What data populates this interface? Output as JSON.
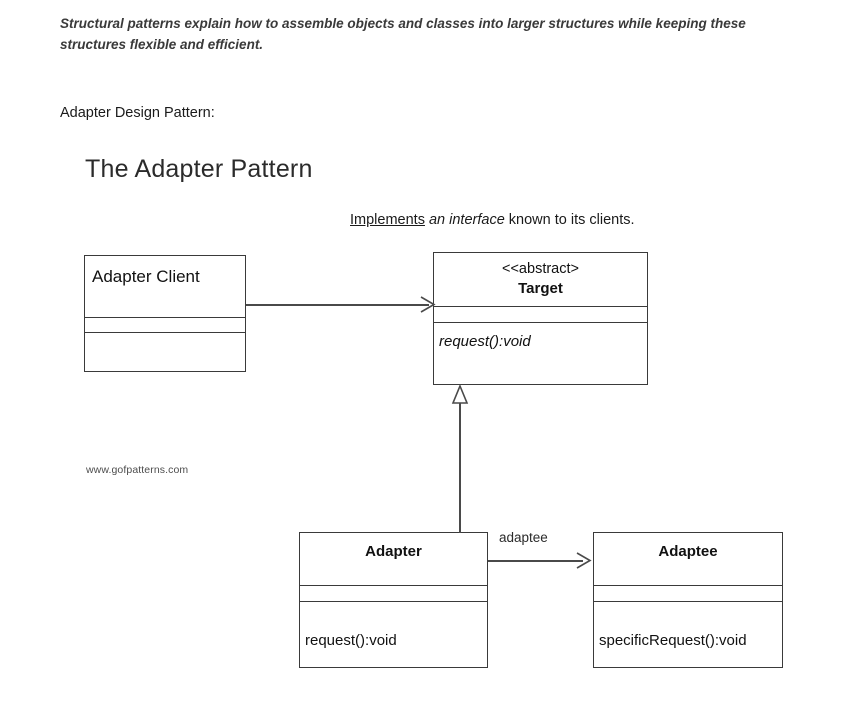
{
  "intro": {
    "text": "Structural patterns explain how to assemble objects and classes into larger structures while keeping these structures flexible and efficient."
  },
  "section_label": "Adapter Design Pattern:",
  "pattern_title": "The Adapter Pattern",
  "implements_note": {
    "underlined": "Implements",
    "italic": " an interface",
    "plain": " known to its clients."
  },
  "watermark": "www.gofpatterns.com",
  "diagram": {
    "type": "uml-class-diagram",
    "classes": [
      {
        "id": "adapter-client",
        "name": "Adapter Client",
        "stereotype": "",
        "name_align": "left",
        "name_bold": false,
        "attributes": [],
        "operations": []
      },
      {
        "id": "target",
        "name": "Target",
        "stereotype": "<<abstract>",
        "name_align": "center",
        "name_bold": true,
        "attributes": [],
        "operations": [
          "request():void"
        ],
        "operations_italic": true
      },
      {
        "id": "adapter",
        "name": "Adapter",
        "stereotype": "",
        "name_align": "center",
        "name_bold": true,
        "attributes": [],
        "operations": [
          "request():void"
        ],
        "operations_italic": false
      },
      {
        "id": "adaptee",
        "name": "Adaptee",
        "stereotype": "",
        "name_align": "center",
        "name_bold": true,
        "attributes": [],
        "operations": [
          "specificRequest():void"
        ],
        "operations_italic": false
      }
    ],
    "relationships": [
      {
        "id": "client-to-target",
        "kind": "association",
        "from": "adapter-client",
        "to": "target",
        "label": ""
      },
      {
        "id": "adapter-to-target",
        "kind": "generalization",
        "from": "adapter",
        "to": "target",
        "label": ""
      },
      {
        "id": "adapter-to-adaptee",
        "kind": "association",
        "from": "adapter",
        "to": "adaptee",
        "label": "adaptee"
      }
    ]
  },
  "colors": {
    "background": "#ffffff",
    "stroke": "#3a3a3a",
    "connector": "#4a4a4a",
    "text": "#111111",
    "intro_text": "#3a3a3a",
    "watermark": "#4d4d4d"
  }
}
